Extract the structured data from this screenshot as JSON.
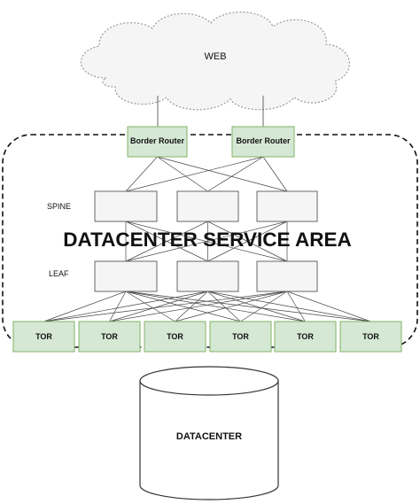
{
  "cloud": {
    "label": "WEB"
  },
  "border_routers": [
    "Border Router",
    "Border Router"
  ],
  "layers": {
    "spine_label": "SPINE",
    "leaf_label": "LEAF"
  },
  "service_area": {
    "title": "DATACENTER SERVICE AREA"
  },
  "tor_switches": [
    "TOR",
    "TOR",
    "TOR",
    "TOR",
    "TOR",
    "TOR"
  ],
  "datacenter": {
    "label": "DATACENTER"
  },
  "colors": {
    "green_fill": "#d5e8d4",
    "green_stroke": "#82b366",
    "gray_fill": "#f5f5f5",
    "gray_stroke": "#666666",
    "cloud_fill": "#f5f5f5",
    "cloud_stroke": "#999999",
    "line": "#444444"
  }
}
